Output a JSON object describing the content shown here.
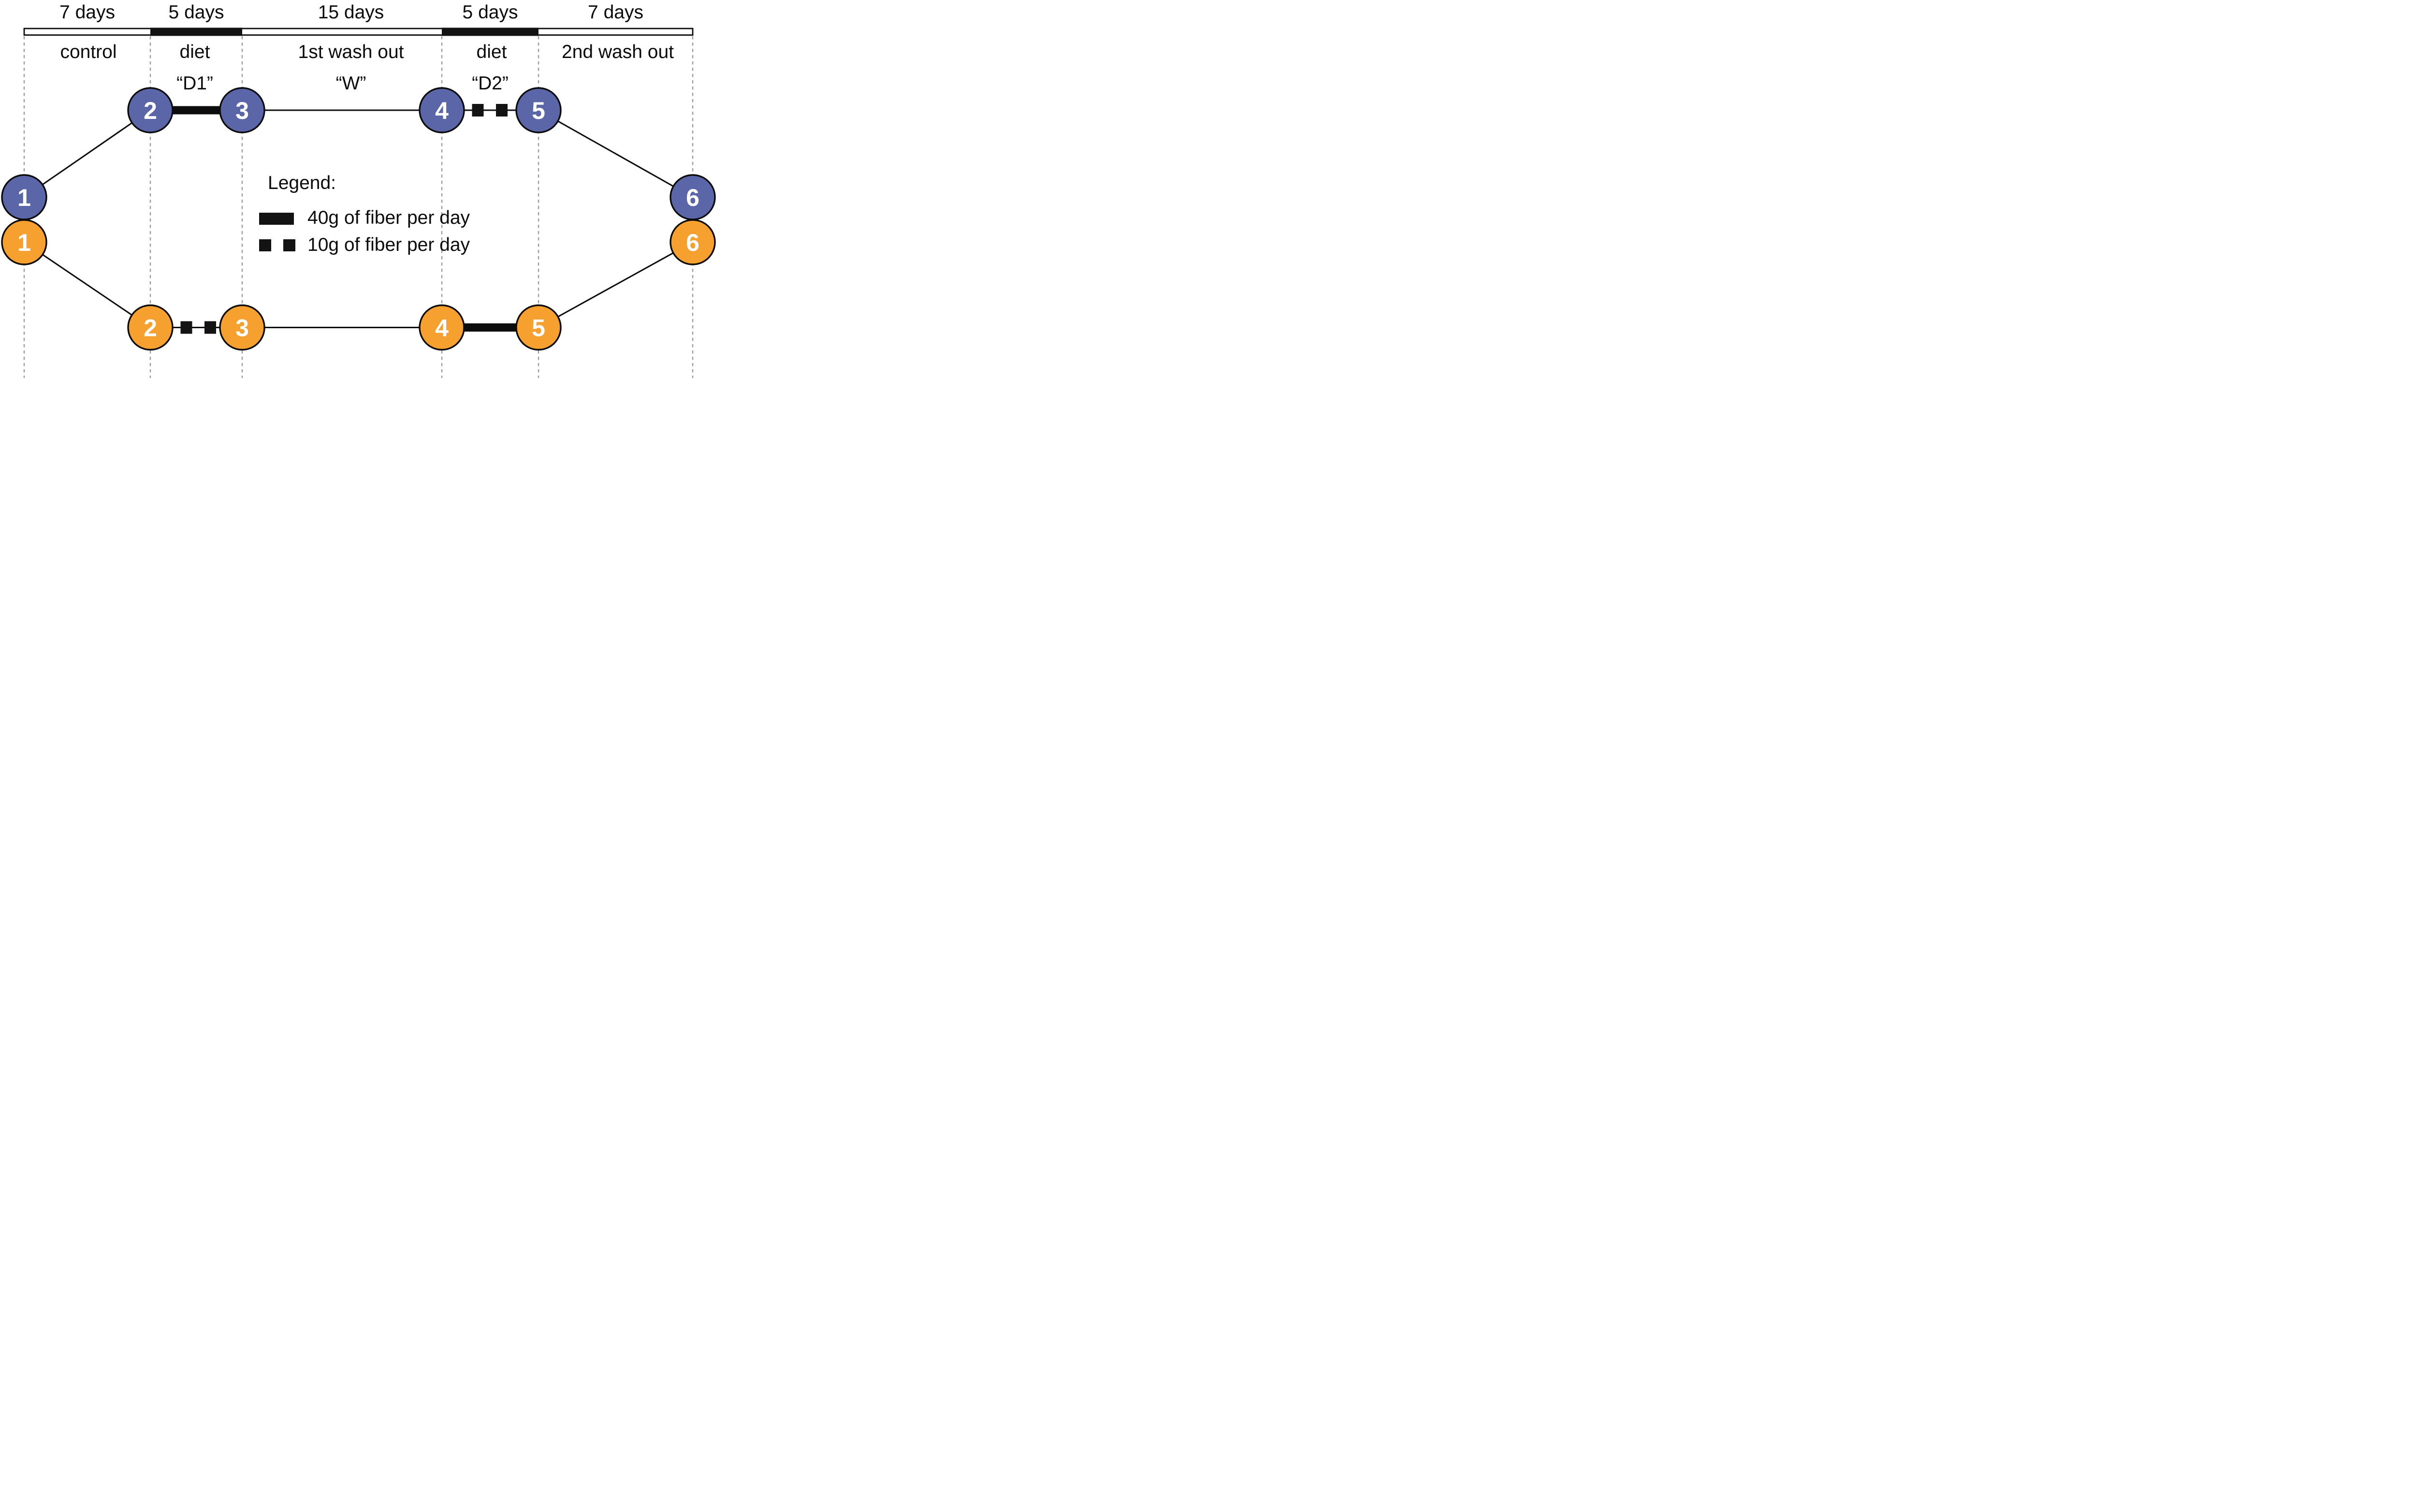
{
  "colors": {
    "arm_top_blue": "#5a66a8",
    "arm_bottom_orange": "#f6a12f",
    "line_black": "#131313",
    "dash_gray": "#9b9b9b",
    "background": "#ffffff",
    "node_number_text": "#ffffff"
  },
  "timeline": {
    "segments": [
      {
        "duration": "7 days",
        "phase": "control",
        "filled": false
      },
      {
        "duration": "5 days",
        "phase": "diet",
        "code": "“D1”",
        "filled": true
      },
      {
        "duration": "15 days",
        "phase": "1st wash out",
        "code": "“W”",
        "filled": false
      },
      {
        "duration": "5 days",
        "phase": "diet",
        "code": "“D2”",
        "filled": true
      },
      {
        "duration": "7 days",
        "phase": "2nd wash out",
        "filled": false
      }
    ]
  },
  "arms": [
    {
      "name": "top-arm",
      "color": "#5a66a8",
      "nodes": [
        "1",
        "2",
        "3",
        "4",
        "5",
        "6"
      ],
      "connectors": [
        "thin",
        "40g-solid-bar",
        "thin",
        "10g-two-squares",
        "thin"
      ]
    },
    {
      "name": "bottom-arm",
      "color": "#f6a12f",
      "nodes": [
        "1",
        "2",
        "3",
        "4",
        "5",
        "6"
      ],
      "connectors": [
        "thin",
        "10g-two-squares",
        "thin",
        "40g-solid-bar",
        "thin"
      ]
    }
  ],
  "legend": {
    "title": "Legend:",
    "items": [
      {
        "swatch": "solid-bar",
        "label": "40g of fiber per day"
      },
      {
        "swatch": "two-squares",
        "label": "10g of fiber per day"
      }
    ]
  }
}
